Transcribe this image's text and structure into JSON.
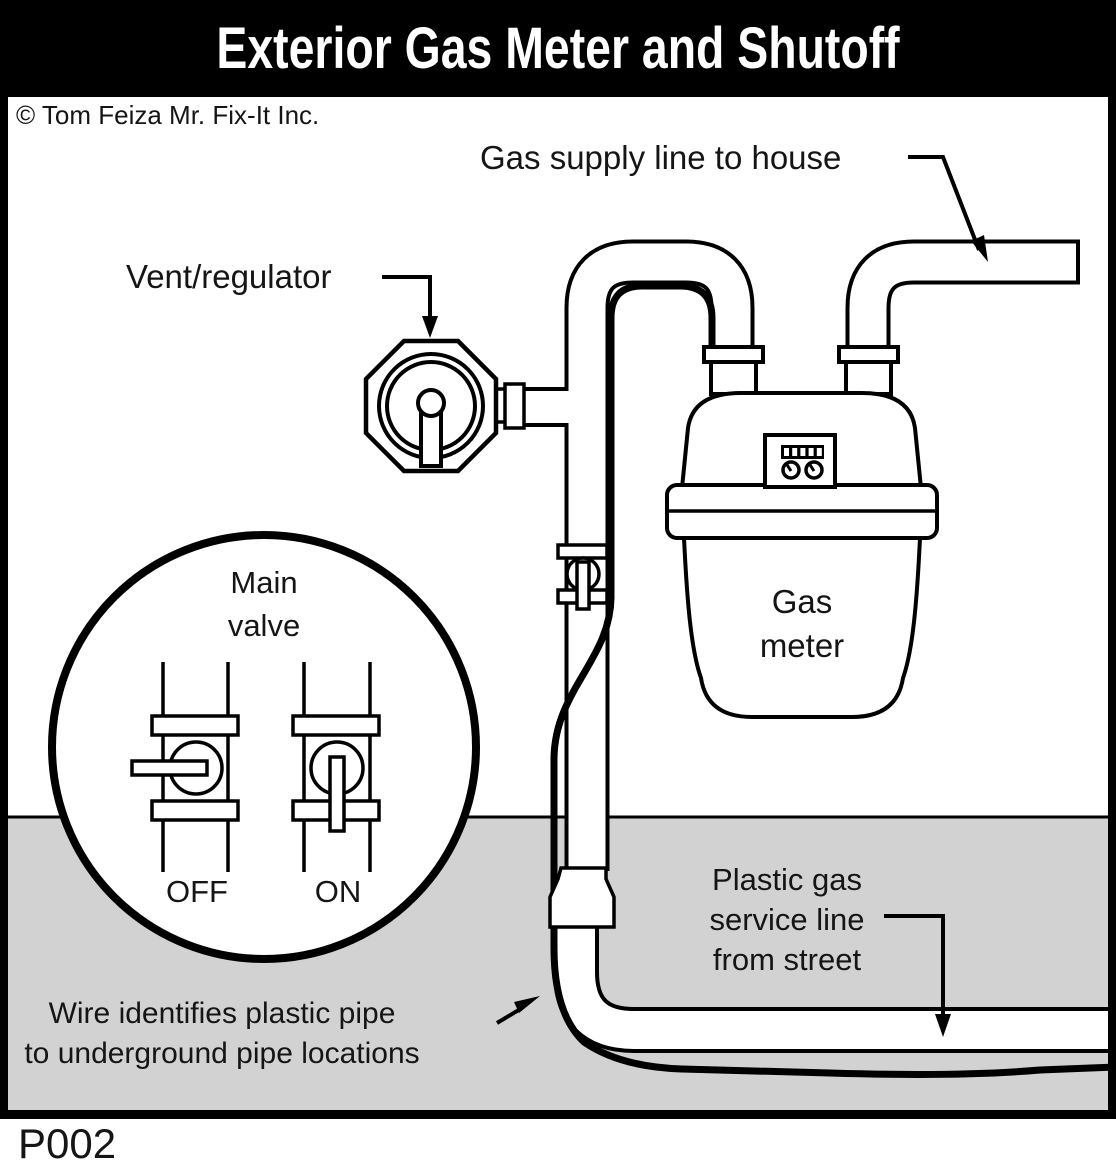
{
  "title": "Exterior Gas Meter and Shutoff",
  "copyright": "© Tom Feiza Mr. Fix-It Inc.",
  "code": "P002",
  "colors": {
    "line": "#000000",
    "background": "#ffffff",
    "ground": "#d2d2d2",
    "title_bg": "#000000",
    "title_fg": "#ffffff"
  },
  "labels": {
    "gas_supply": "Gas supply line to house",
    "vent_regulator": "Vent/regulator",
    "main_valve": "Main\nvalve",
    "valve_off": "OFF",
    "valve_on": "ON",
    "gas_meter": "Gas\nmeter",
    "service_line": "Plastic gas\nservice line\nfrom street",
    "wire_note": "Wire identifies plastic pipe\nto underground pipe locations"
  }
}
